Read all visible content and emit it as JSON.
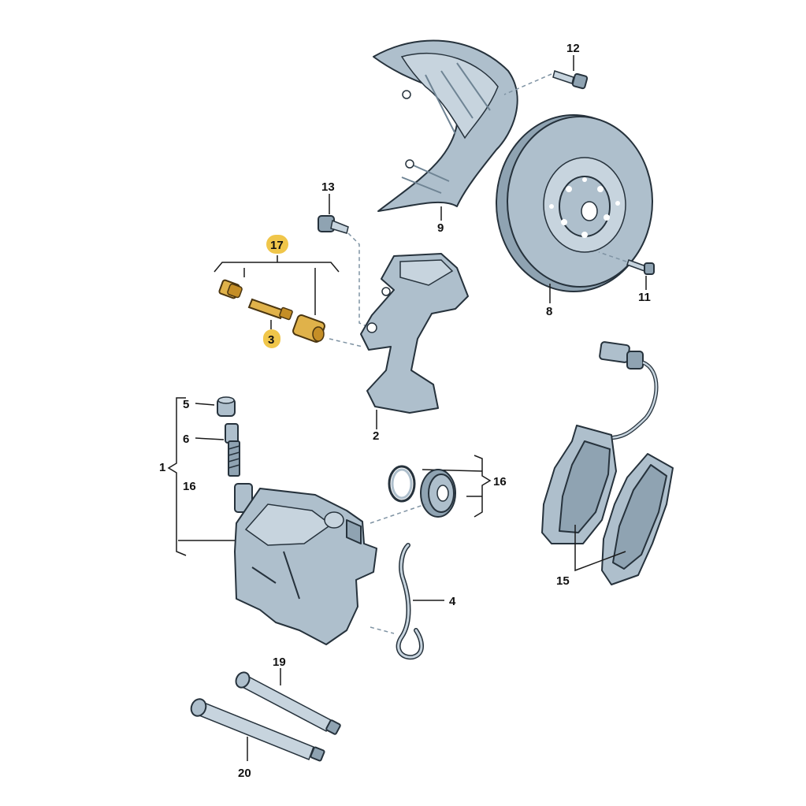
{
  "diagram": {
    "labels": {
      "l1": "1",
      "l2": "2",
      "l3": "3",
      "l4": "4",
      "l5": "5",
      "l6": "6",
      "l8": "8",
      "l9": "9",
      "l11": "11",
      "l12": "12",
      "l13": "13",
      "l15": "15",
      "l16a": "16",
      "l16b": "16",
      "l17": "17",
      "l19": "19",
      "l20": "20"
    },
    "highlighted_labels": [
      "17",
      "3"
    ],
    "colors": {
      "part_fill": "#aebfcc",
      "part_outline": "#26323c",
      "highlight_fill": "#e0b24a",
      "label_badge": "#f0c64a"
    }
  }
}
